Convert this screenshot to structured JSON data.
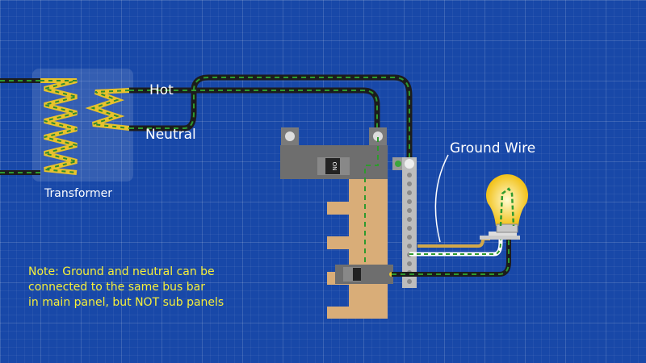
{
  "labels": {
    "hot": "Hot",
    "neutral": "Neutral",
    "transformer": "Transformer",
    "ground_wire": "Ground Wire"
  },
  "breaker_text": "ON",
  "note": [
    "Note: Ground and neutral can be",
    "connected to the same bus bar",
    "in main panel, but NOT sub panels"
  ],
  "colors": {
    "background": "#1848a8",
    "wire": "#1c1c1c",
    "dash": "#2e9a2e",
    "coil": "#e8c22c",
    "note": "#f6ef3a",
    "bus": "#d9ad78",
    "breaker": "#6e6e6e"
  }
}
